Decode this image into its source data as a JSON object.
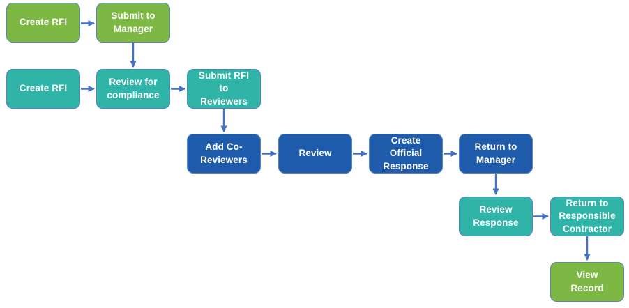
{
  "diagram": {
    "type": "flowchart",
    "colors": {
      "green": "#7cb843",
      "teal": "#30b4a8",
      "blue": "#1f5bab",
      "arrow": "#4472c4",
      "border": "#5b83c0",
      "text": "#ffffff",
      "background": "#ffffff"
    },
    "nodes": [
      {
        "label": "Create RFI",
        "color": "green"
      },
      {
        "label": "Submit to Manager",
        "color": "green"
      },
      {
        "label": "Create RFI",
        "color": "teal"
      },
      {
        "label": "Review for compliance",
        "color": "teal"
      },
      {
        "label": "Submit RFI to Reviewers",
        "color": "teal"
      },
      {
        "label": "Add Co-Reviewers",
        "color": "blue"
      },
      {
        "label": "Review",
        "color": "blue"
      },
      {
        "label": "Create Official Response",
        "color": "blue"
      },
      {
        "label": "Return to Manager",
        "color": "blue"
      },
      {
        "label": "Review Response",
        "color": "teal"
      },
      {
        "label": "Return to Responsible Contractor",
        "color": "teal"
      },
      {
        "label": "View Record",
        "color": "green"
      }
    ],
    "edges": [
      {
        "from": "Create RFI",
        "to": "Submit to Manager",
        "direction": "right"
      },
      {
        "from": "Submit to Manager",
        "to": "Review for compliance",
        "direction": "down"
      },
      {
        "from": "Create RFI",
        "to": "Review for compliance",
        "direction": "right"
      },
      {
        "from": "Review for compliance",
        "to": "Submit RFI to Reviewers",
        "direction": "right"
      },
      {
        "from": "Submit RFI to Reviewers",
        "to": "Add Co-Reviewers",
        "direction": "down"
      },
      {
        "from": "Add Co-Reviewers",
        "to": "Review",
        "direction": "right"
      },
      {
        "from": "Review",
        "to": "Create Official Response",
        "direction": "right"
      },
      {
        "from": "Create Official Response",
        "to": "Return to Manager",
        "direction": "right"
      },
      {
        "from": "Return to Manager",
        "to": "Review Response",
        "direction": "down"
      },
      {
        "from": "Review Response",
        "to": "Return to Responsible Contractor",
        "direction": "right"
      },
      {
        "from": "Return to Responsible Contractor",
        "to": "View Record",
        "direction": "down"
      }
    ]
  }
}
